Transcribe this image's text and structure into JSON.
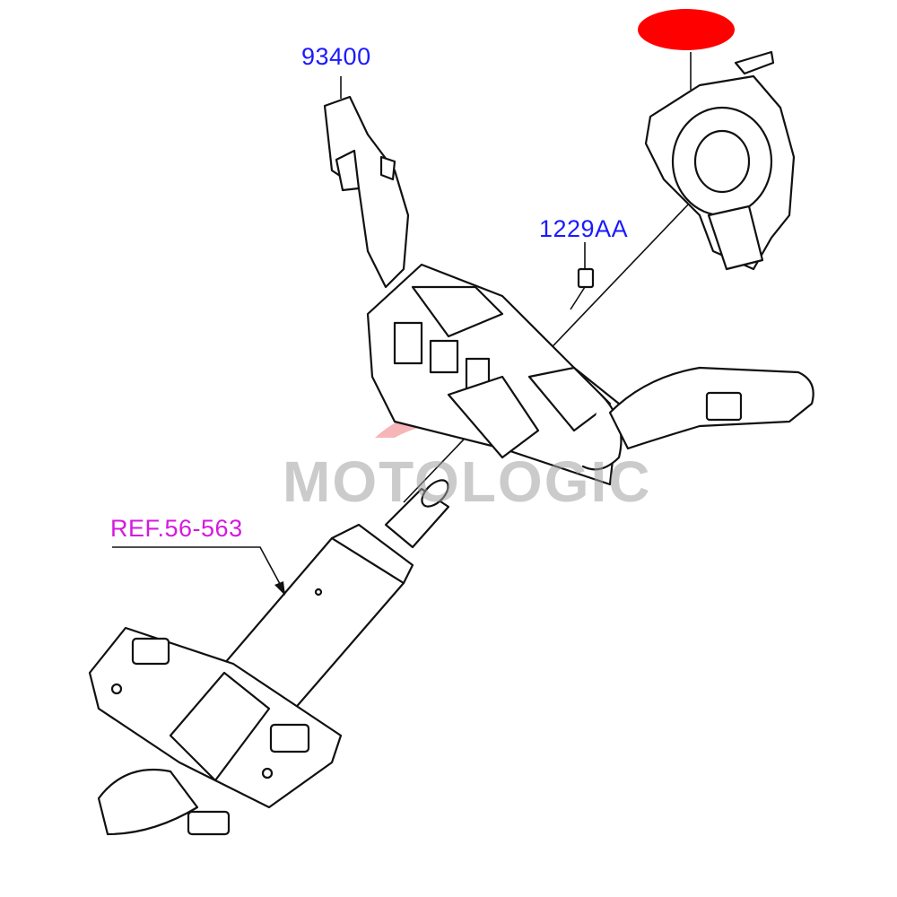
{
  "diagram": {
    "callouts": [
      {
        "label": "93400",
        "color": "#1a1aff"
      },
      {
        "label": "1229AA",
        "color": "#1a1aff"
      },
      {
        "label": "REF.56-563",
        "color": "#d419e0"
      }
    ],
    "redacted_marker_color": "#ff0000",
    "watermark": "MOTOLOGIC"
  }
}
